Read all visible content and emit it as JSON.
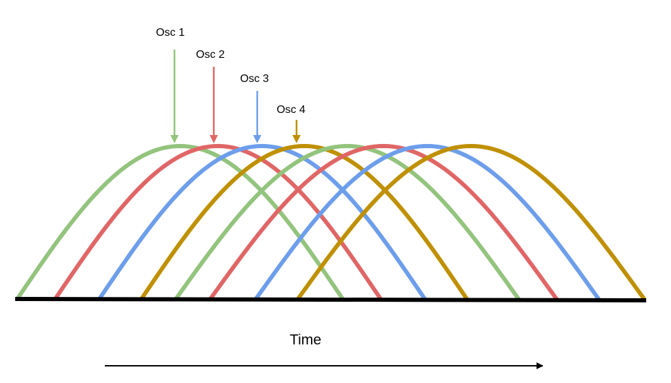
{
  "oscillators": [
    {
      "label": "Osc 1",
      "color": "#93c47d"
    },
    {
      "label": "Osc 2",
      "color": "#e06666"
    },
    {
      "label": "Osc 3",
      "color": "#6d9eeb"
    },
    {
      "label": "Osc 4",
      "color": "#bf9000"
    }
  ],
  "axis": {
    "label": "Time"
  }
}
